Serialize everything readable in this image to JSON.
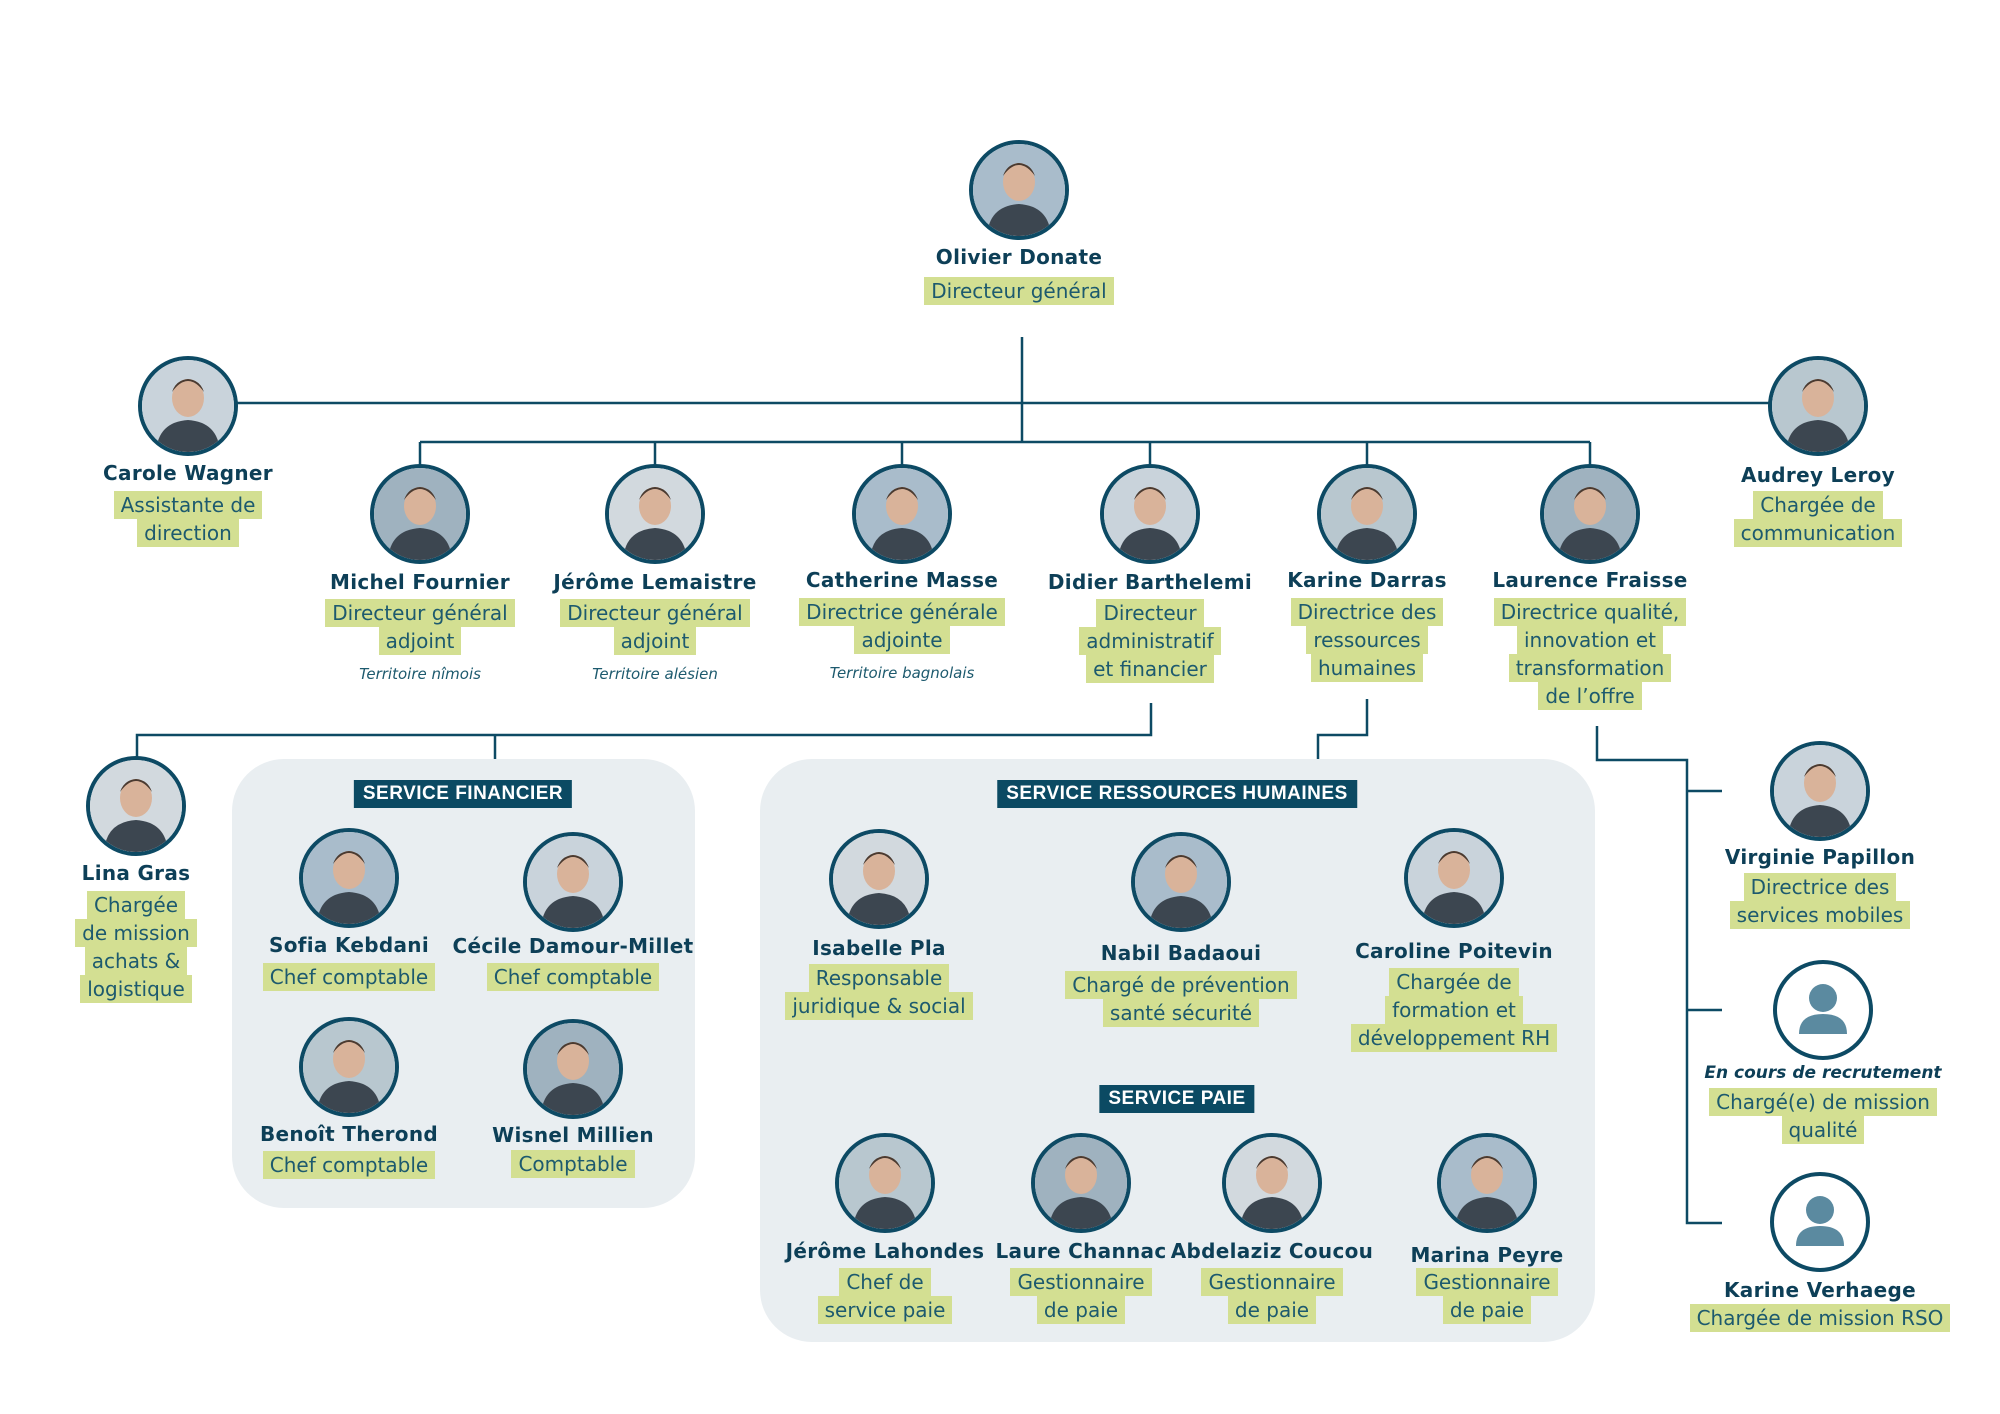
{
  "colors": {
    "accent": "#0d4a64",
    "badge": "#d3df92",
    "panel": "#e9eef1",
    "placeholder": "#5b8aa0"
  },
  "sections": {
    "finance": "SERVICE FINANCIER",
    "hr": "SERVICE RESSOURCES HUMAINES",
    "payroll": "SERVICE PAIE"
  },
  "people": [
    {
      "id": "olivier",
      "name": "Olivier Donate",
      "title": [
        "Directeur général"
      ]
    },
    {
      "id": "carole",
      "name": "Carole Wagner",
      "title": [
        "Assistante de",
        "direction"
      ]
    },
    {
      "id": "audrey",
      "name": "Audrey Leroy",
      "title": [
        "Chargée de",
        "communication"
      ]
    },
    {
      "id": "michel",
      "name": "Michel Fournier",
      "title": [
        "Directeur général",
        "adjoint"
      ],
      "subtitle": "Territoire nîmois"
    },
    {
      "id": "jerome_l",
      "name": "Jérôme Lemaistre",
      "title": [
        "Directeur général",
        "adjoint"
      ],
      "subtitle": "Territoire alésien"
    },
    {
      "id": "catherine",
      "name": "Catherine Masse",
      "title": [
        "Directrice générale",
        "adjointe"
      ],
      "subtitle": "Territoire bagnolais"
    },
    {
      "id": "didier",
      "name": "Didier Barthelemi",
      "title": [
        "Directeur",
        "administratif",
        "et financier"
      ]
    },
    {
      "id": "karine_d",
      "name": "Karine Darras",
      "title": [
        "Directrice des",
        "ressources",
        "humaines"
      ]
    },
    {
      "id": "laurence",
      "name": "Laurence Fraisse",
      "title": [
        "Directrice qualité,",
        "innovation et",
        "transformation",
        "de l’offre"
      ]
    },
    {
      "id": "lina",
      "name": "Lina Gras",
      "title": [
        "Chargée",
        "de mission",
        "achats &",
        "logistique"
      ]
    },
    {
      "id": "sofia",
      "name": "Sofia Kebdani",
      "title": [
        "Chef comptable"
      ]
    },
    {
      "id": "cecile",
      "name": "Cécile Damour-Millet",
      "title": [
        "Chef comptable"
      ]
    },
    {
      "id": "benoit",
      "name": "Benoît Therond",
      "title": [
        "Chef comptable"
      ]
    },
    {
      "id": "wisnel",
      "name": "Wisnel Millien",
      "title": [
        "Comptable"
      ]
    },
    {
      "id": "isabelle",
      "name": "Isabelle Pla",
      "title": [
        "Responsable",
        "juridique & social"
      ]
    },
    {
      "id": "nabil",
      "name": "Nabil Badaoui",
      "title": [
        "Chargé de prévention",
        "santé sécurité"
      ]
    },
    {
      "id": "caroline",
      "name": "Caroline Poitevin",
      "title": [
        "Chargée de",
        "formation et",
        "développement RH"
      ]
    },
    {
      "id": "jerome_la",
      "name": "Jérôme Lahondes",
      "title": [
        "Chef de",
        "service paie"
      ]
    },
    {
      "id": "laure",
      "name": "Laure Channac",
      "title": [
        "Gestionnaire",
        "de paie"
      ]
    },
    {
      "id": "abdelaziz",
      "name": "Abdelaziz Coucou",
      "title": [
        "Gestionnaire",
        "de paie"
      ]
    },
    {
      "id": "marina",
      "name": "Marina Peyre",
      "title": [
        "Gestionnaire",
        "de paie"
      ]
    },
    {
      "id": "virginie",
      "name": "Virginie Papillon",
      "title": [
        "Directrice des",
        "services mobiles"
      ]
    },
    {
      "id": "recrutement",
      "note": "En cours de recrutement",
      "title": [
        "Chargé(e) de mission",
        "qualité"
      ],
      "placeholder": true
    },
    {
      "id": "karine_v",
      "name": "Karine Verhaege",
      "title": [
        "Chargée de mission RSO"
      ],
      "placeholder": true
    }
  ]
}
